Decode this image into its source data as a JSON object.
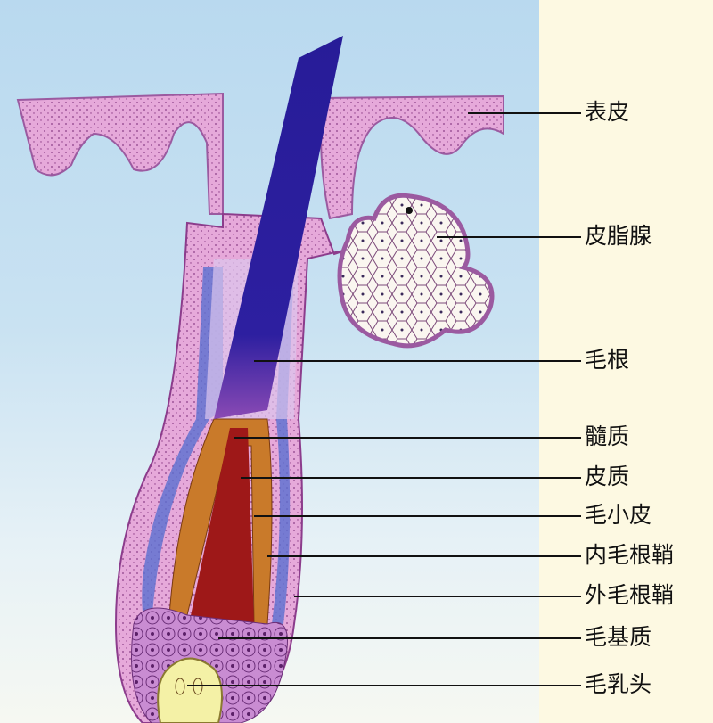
{
  "title": "毛发结构示意图",
  "labels": {
    "epidermis": "表皮",
    "sebaceous_gland": "皮脂腺",
    "hair_root": "毛根",
    "medulla": "髓质",
    "cortex": "皮质",
    "cuticle": "毛小皮",
    "inner_root_sheath": "内毛根鞘",
    "outer_root_sheath": "外毛根鞘",
    "hair_matrix": "毛基质",
    "dermal_papilla": "毛乳头"
  },
  "colors": {
    "skin": "#e4a6d6",
    "hair_shaft": "#2a1f9a",
    "medulla": "#a01818",
    "cortex": "#c7782a",
    "papilla": "#f3f1a8",
    "gland": "#f7f4ee"
  }
}
